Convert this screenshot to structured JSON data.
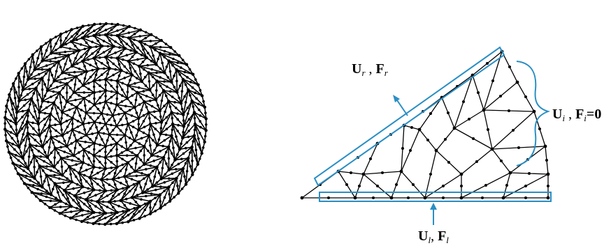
{
  "figure": {
    "labels": {
      "top": {
        "main": "U",
        "sub": "r",
        "sep": " , ",
        "main2": "F",
        "sub2": "r"
      },
      "right": {
        "main": "U",
        "sub": "i",
        "sep": " , ",
        "main2": "F",
        "sub2": "i",
        "tail": "=0"
      },
      "bottom": {
        "main": "U",
        "sub": "l",
        "sep": ", ",
        "main2": "F",
        "sub2": "l"
      }
    },
    "colors": {
      "mesh": "#000000",
      "box": "#2a8fc4",
      "brace": "#2a8fc4",
      "arrow": "#2a8fc4"
    }
  }
}
